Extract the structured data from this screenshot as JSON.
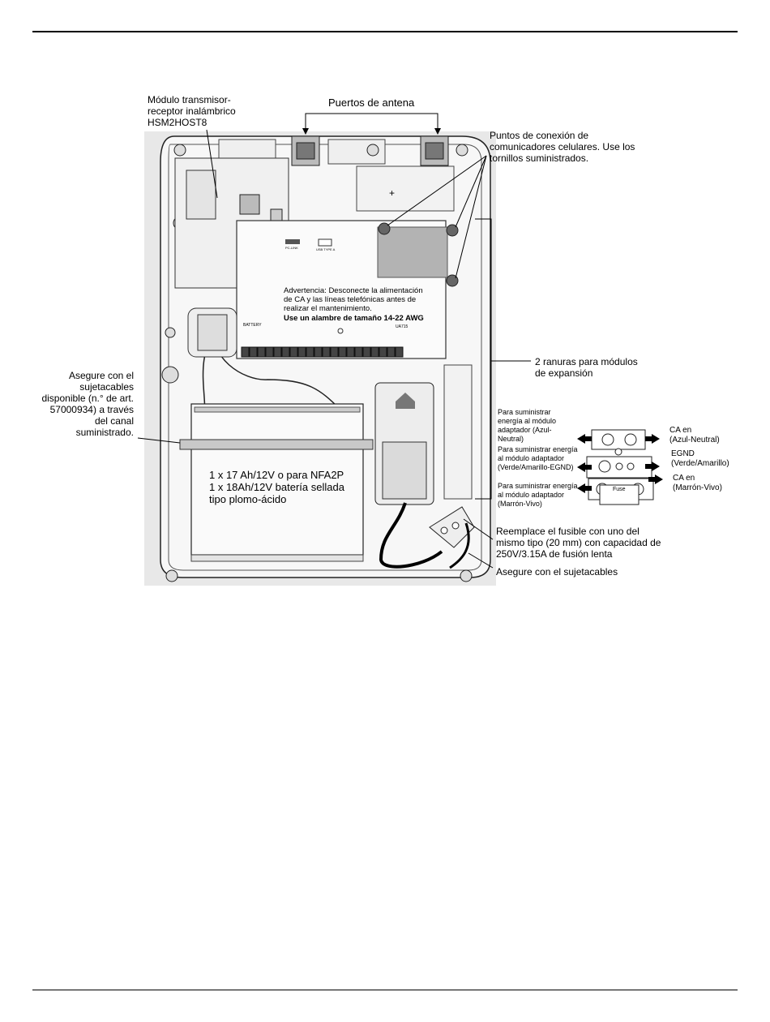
{
  "labels": {
    "transceiver": "Módulo transmisor-\nreceptor inalámbrico\nHSM2HOST8",
    "antenna_ports": "Puertos de antena",
    "cell_points": "Puntos de conexión de\ncomunicadores celulares. Use los\ntornillos suministrados.",
    "expansion_slots": "2 ranuras para módulos\nde expansión",
    "tie_wrap_channel": "Asegure con el\nsujetacables\ndisponible (n.° de art.\n57000934) a través\ndel canal\nsuministrado.",
    "warning": "Advertencia: Desconecte la alimentación\nde CA y las líneas telefónicas antes de\nrealizar el mantenimiento.",
    "wire_gauge": "Use un alambre de tamaño 14-22 AWG",
    "battery_spec": "1 x 17 Ah/12V o para NFA2P\n1 x 18Ah/12V batería sellada\ntipo plomo-ácido",
    "fuse_note": "Reemplace el fusible con uno del\nmismo tipo (20 mm) con capacidad de\n250V/3.15A de fusión lenta",
    "tie_wrap": "Asegure con el sujetacables",
    "power_blue": "Para suministrar\nenergía al módulo\nadaptador (Azul-\nNeutral)",
    "power_green": "Para suministrar energía\nal módulo adaptador\n(Verde/Amarillo-EGND)",
    "power_brown": "Para suministrar energía\nal módulo adaptador\n(Marrón-Vivo)",
    "ac_blue": "CA en\n(Azul-Neutral)",
    "egnd": "EGND\n(Verde/Amarillo)",
    "ac_brown": "CA en\n(Marrón-Vivo)",
    "fuse": "Fuse",
    "battery_board": "BATTERY",
    "usb": "USB TYPE A",
    "pc_link": "PC-LINK",
    "ua": "UA715"
  }
}
